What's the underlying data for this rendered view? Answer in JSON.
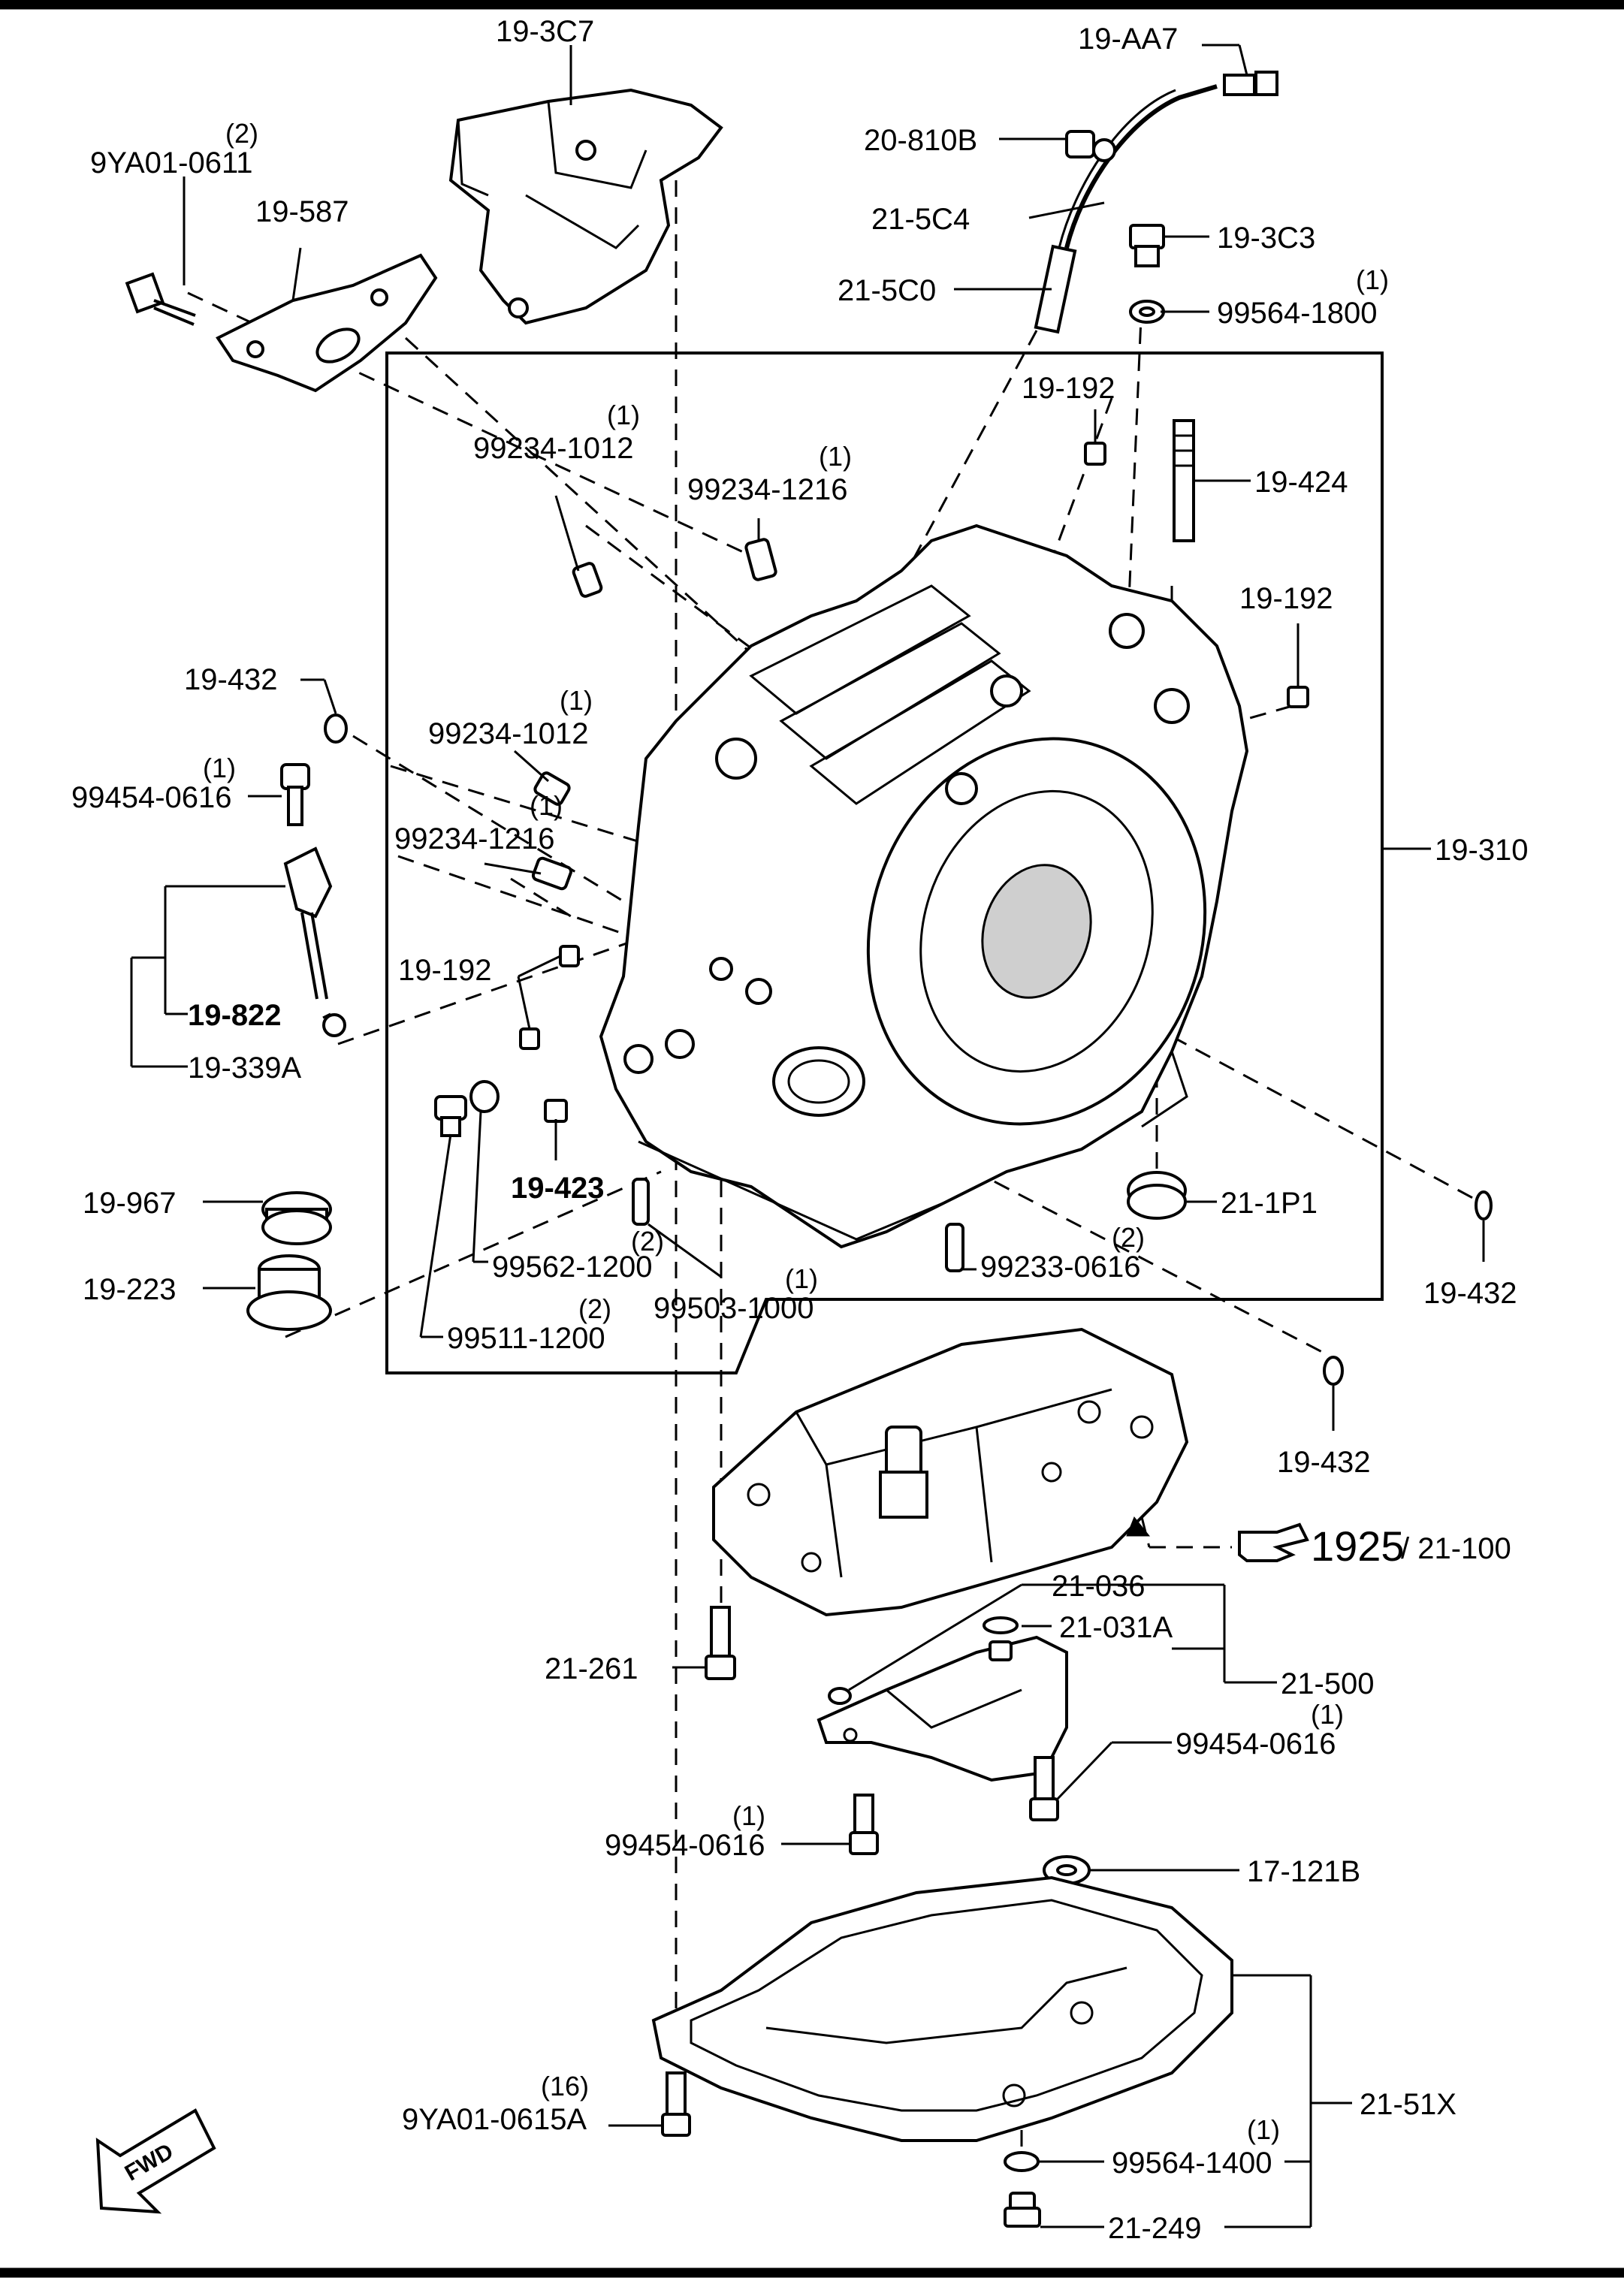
{
  "part_labels": {
    "p_19_3c7": "19-3C7",
    "p_19_aa7": "19-AA7",
    "p_9ya01_0611_qty": "(2)",
    "p_9ya01_0611": "9YA01-0611",
    "p_20_810b": "20-810B",
    "p_19_587": "19-587",
    "p_21_5c4": "21-5C4",
    "p_19_3c3": "19-3C3",
    "p_99564_1800_qty": "(1)",
    "p_21_5c0": "21-5C0",
    "p_99564_1800": "99564-1800",
    "p_19_192_a": "19-192",
    "p_99234_1012_a_qty": "(1)",
    "p_99234_1012_a": "99234-1012",
    "p_99234_1216_a_qty": "(1)",
    "p_99234_1216_a": "99234-1216",
    "p_19_424": "19-424",
    "p_19_192_b": "19-192",
    "p_19_432_a": "19-432",
    "p_99234_1012_b_qty": "(1)",
    "p_99234_1012_b": "99234-1012",
    "p_99454_0616_a_qty": "(1)",
    "p_99454_0616_a": "99454-0616",
    "p_99234_1216_b_qty": "(1)",
    "p_99234_1216_b": "99234-1216",
    "p_19_310": "19-310",
    "p_19_192_c": "19-192",
    "p_19_822": "19-822",
    "p_19_339a": "19-339A",
    "p_19_967": "19-967",
    "p_19_423": "19-423",
    "p_21_1p1": "21-1P1",
    "p_99562_1200_qty": "(2)",
    "p_99562_1200": "99562-1200",
    "p_99233_0616_qty": "(2)",
    "p_99233_0616": "99233-0616",
    "p_19_223": "19-223",
    "p_99503_1000_qty": "(1)",
    "p_99503_1000": "99503-1000",
    "p_99511_1200_qty": "(2)",
    "p_99511_1200": "99511-1200",
    "p_19_432_b": "19-432",
    "p_19_432_c": "19-432",
    "p_ref_1925": "1925",
    "p_ref_slash": "/ 21-100",
    "p_21_036": "21-036",
    "p_21_031a": "21-031A",
    "p_21_500": "21-500",
    "p_21_261": "21-261",
    "p_99454_0616_b_qty": "(1)",
    "p_99454_0616_b": "99454-0616",
    "p_99454_0616_c_qty": "(1)",
    "p_99454_0616_c": "99454-0616",
    "p_17_121b": "17-121B",
    "p_9ya01_0615a_qty": "(16)",
    "p_9ya01_0615a": "9YA01-0615A",
    "p_21_51x": "21-51X",
    "p_99564_1400_qty": "(1)",
    "p_99564_1400": "99564-1400",
    "p_21_249": "21-249",
    "p_fwd": "FWD"
  },
  "icons": {
    "hand": "pointing-hand-icon",
    "fwd": "fwd-arrow-icon"
  }
}
